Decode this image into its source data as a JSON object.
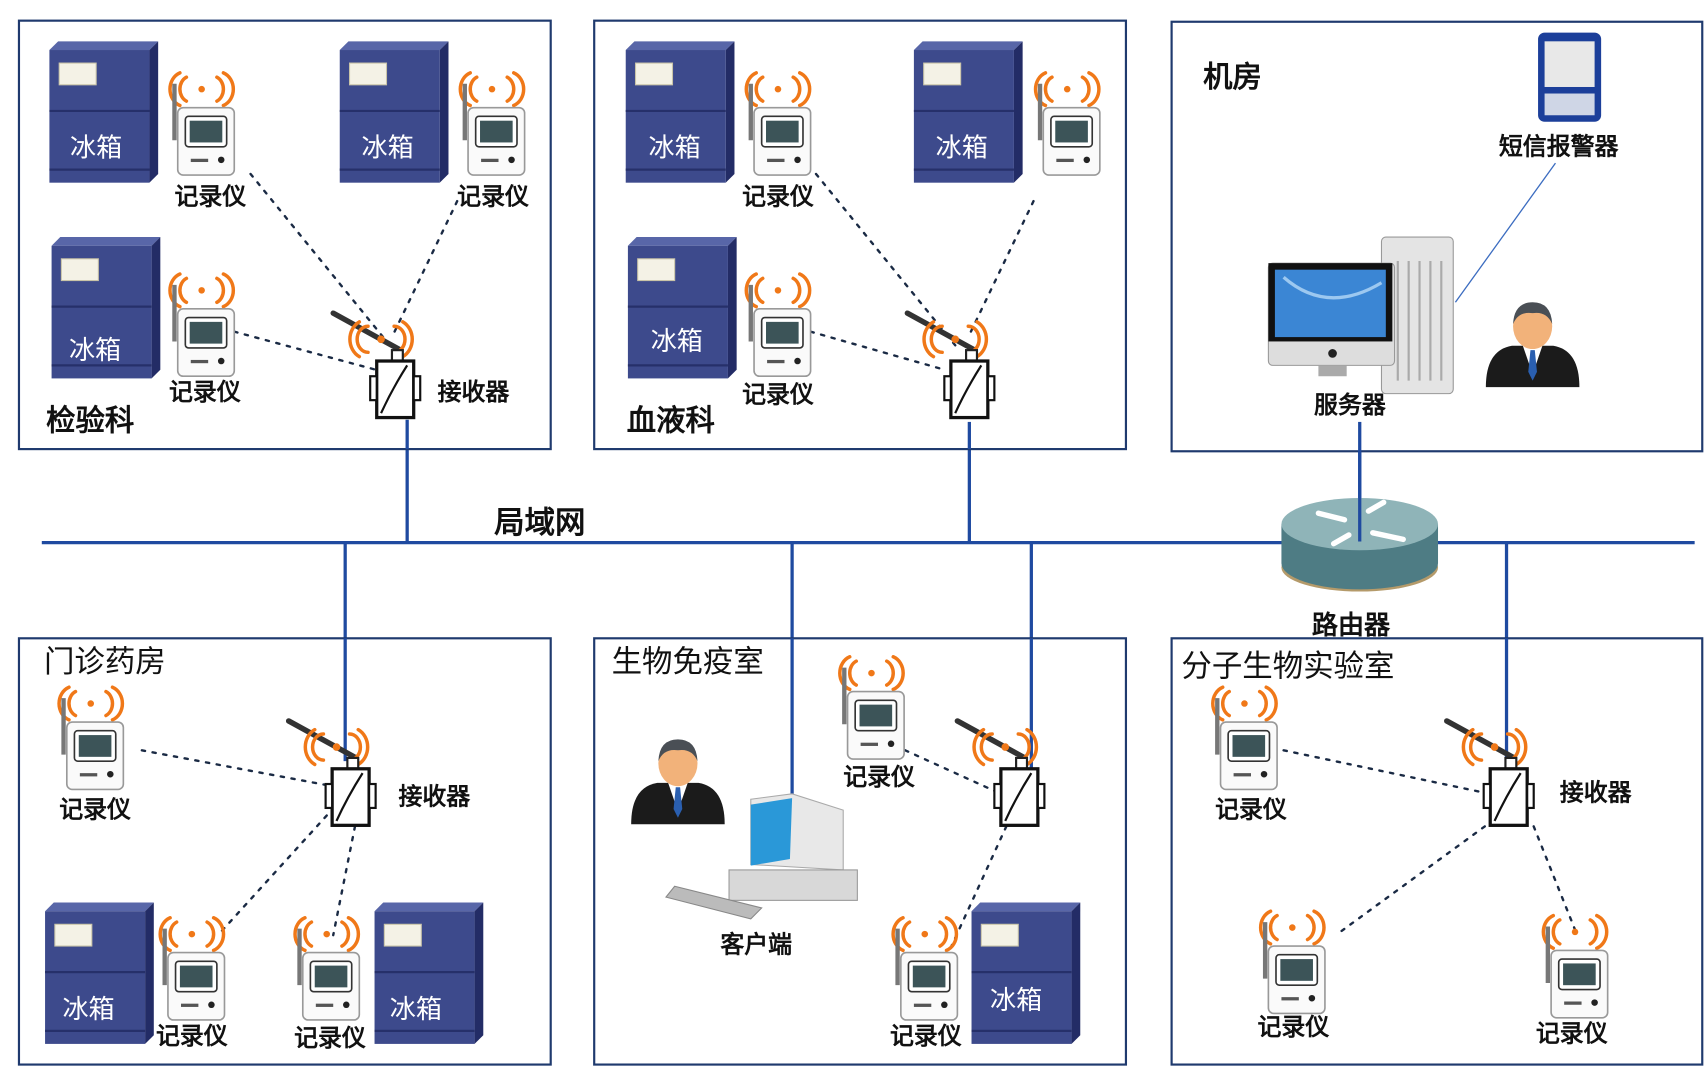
{
  "diagram": {
    "network_label": "局域网",
    "router_label": "路由器",
    "rooms": [
      {
        "id": "lab",
        "title": "检验科",
        "fridge_label": "冰箱",
        "logger_label": "记录仪",
        "receiver_label": "接收器"
      },
      {
        "id": "blood",
        "title": "血液科",
        "fridge_label": "冰箱",
        "logger_label": "记录仪"
      },
      {
        "id": "server_room",
        "title": "机房",
        "server_label": "服务器",
        "sms_label": "短信报警器"
      },
      {
        "id": "pharmacy",
        "title": "门诊药房",
        "fridge_label": "冰箱",
        "logger_label": "记录仪",
        "receiver_label": "接收器"
      },
      {
        "id": "immuno",
        "title": "生物免疫室",
        "client_label": "客户端",
        "fridge_label": "冰箱",
        "logger_label": "记录仪"
      },
      {
        "id": "molbio",
        "title": "分子生物实验室",
        "logger_label": "记录仪",
        "receiver_label": "接收器"
      }
    ],
    "icons": [
      "fridge-icon",
      "data-logger-icon",
      "wireless-signal-icon",
      "receiver-icon",
      "server-icon",
      "sms-alarm-icon",
      "person-icon",
      "client-computer-icon",
      "router-icon"
    ],
    "colors": {
      "frame": "#1f3a6e",
      "lan": "#1f4aa0",
      "fridge": "#3d4a8c",
      "signal": "#f07818"
    }
  }
}
